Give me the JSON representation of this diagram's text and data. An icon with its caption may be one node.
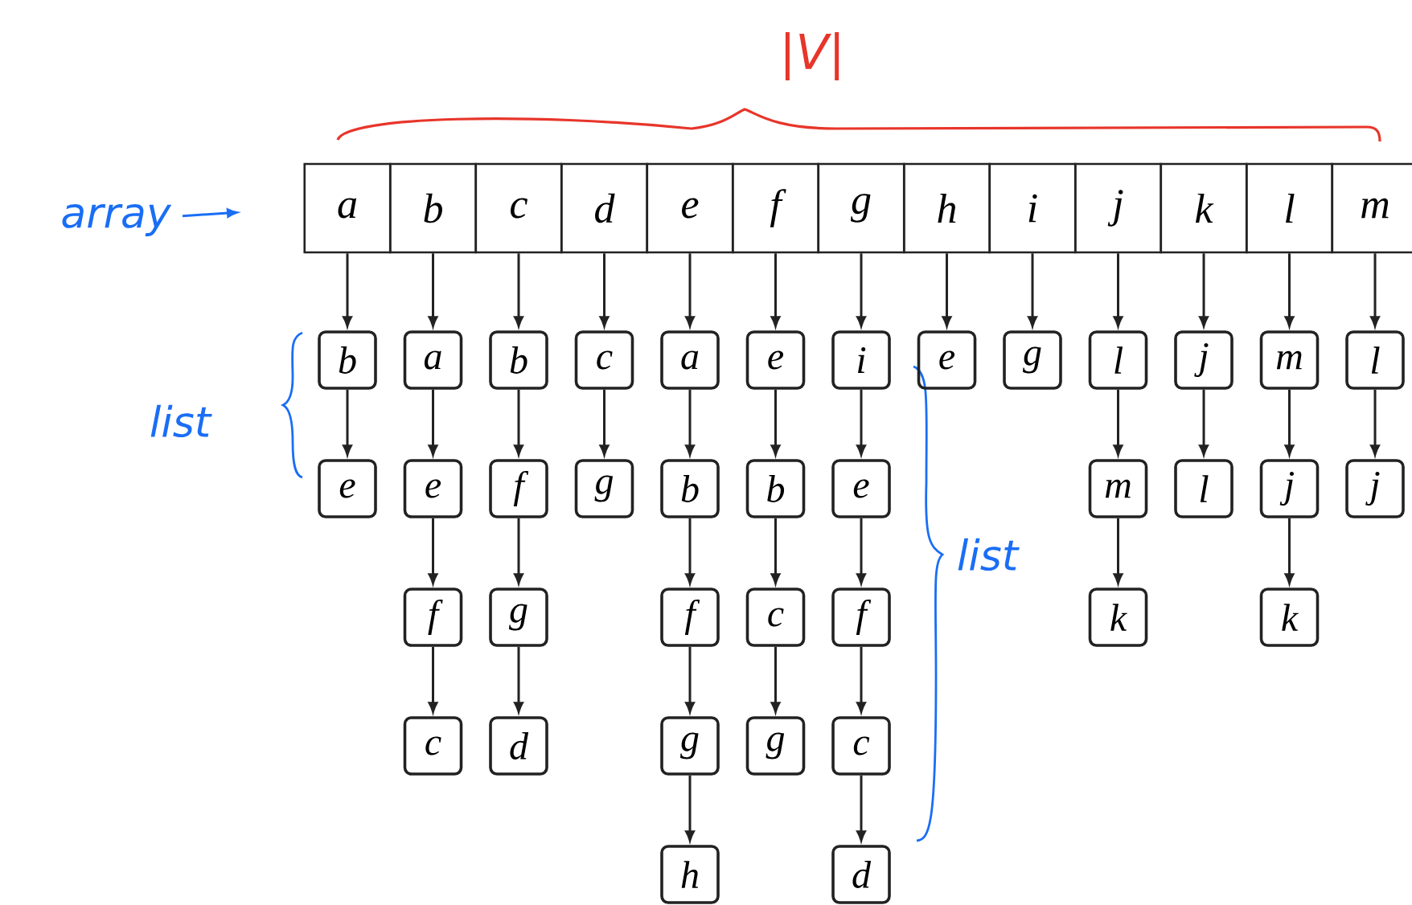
{
  "diagram": {
    "nodes": [
      {
        "text": [
          "array"
        ]
      },
      {
        "text": [
          "a"
        ]
      },
      {
        "text": [
          "b"
        ]
      },
      {
        "text": [
          "c"
        ]
      },
      {
        "text": [
          "d"
        ]
      },
      {
        "text": [
          "e"
        ]
      },
      {
        "text": [
          "f"
        ]
      },
      {
        "text": [
          "g"
        ]
      },
      {
        "text": [
          "h"
        ]
      },
      {
        "text": [
          "i"
        ]
      },
      {
        "text": [
          "j"
        ]
      },
      {
        "text": [
          "k"
        ]
      },
      {
        "text": [
          "l"
        ]
      },
      {
        "text": [
          "m"
        ]
      },
      {
        "text": [
          "b"
        ]
      },
      {
        "text": [
          "e"
        ]
      },
      {
        "text": [
          "a"
        ]
      },
      {
        "text": [
          "e"
        ]
      },
      {
        "text": [
          "f"
        ]
      },
      {
        "text": [
          "c"
        ]
      },
      {
        "text": [
          "b"
        ]
      },
      {
        "text": [
          "f"
        ]
      },
      {
        "text": [
          "g"
        ]
      },
      {
        "text": [
          "d"
        ]
      },
      {
        "text": [
          "c"
        ]
      },
      {
        "text": [
          "g"
        ]
      },
      {
        "text": [
          "a"
        ]
      },
      {
        "text": [
          "b"
        ]
      },
      {
        "text": [
          "f"
        ]
      },
      {
        "text": [
          "g"
        ]
      },
      {
        "text": [
          "h"
        ]
      },
      {
        "text": [
          "e"
        ]
      },
      {
        "text": [
          "b"
        ]
      },
      {
        "text": [
          "c"
        ]
      },
      {
        "text": [
          "g"
        ]
      },
      {
        "text": [
          "i"
        ]
      },
      {
        "text": [
          "e"
        ]
      },
      {
        "text": [
          "f"
        ]
      },
      {
        "text": [
          "c"
        ]
      },
      {
        "text": [
          "d"
        ]
      },
      {
        "text": [
          "e"
        ]
      },
      {
        "text": [
          "g"
        ]
      },
      {
        "text": [
          "l"
        ]
      },
      {
        "text": [
          "m"
        ]
      },
      {
        "text": [
          "k"
        ]
      },
      {
        "text": [
          "j"
        ]
      },
      {
        "text": [
          "l"
        ]
      },
      {
        "text": [
          "m"
        ]
      },
      {
        "text": [
          "j"
        ]
      },
      {
        "text": [
          "k"
        ]
      },
      {
        "text": [
          "l"
        ]
      },
      {
        "text": [
          "j"
        ]
      }
    ],
    "edges": [
      {
        "from": 0,
        "to": null,
        "arrow": "to",
        "color": "#1a6ef5"
      },
      {
        "from": 1,
        "to": 14,
        "arrow": "to"
      },
      {
        "from": 14,
        "to": 15,
        "arrow": "to"
      },
      {
        "from": 2,
        "to": 16,
        "arrow": "to"
      },
      {
        "from": 16,
        "to": 17,
        "arrow": "to"
      },
      {
        "from": 17,
        "to": 18,
        "arrow": "to"
      },
      {
        "from": 18,
        "to": 19,
        "arrow": "to"
      },
      {
        "from": 3,
        "to": 20,
        "arrow": "to"
      },
      {
        "from": 20,
        "to": 21,
        "arrow": "to"
      },
      {
        "from": 21,
        "to": 22,
        "arrow": "to"
      },
      {
        "from": 22,
        "to": 23,
        "arrow": "to"
      },
      {
        "from": 4,
        "to": 24,
        "arrow": "to"
      },
      {
        "from": 24,
        "to": 25,
        "arrow": "to"
      },
      {
        "from": 5,
        "to": 26,
        "arrow": "to"
      },
      {
        "from": 26,
        "to": 27,
        "arrow": "to"
      },
      {
        "from": 27,
        "to": 28,
        "arrow": "to"
      },
      {
        "from": 28,
        "to": 29,
        "arrow": "to"
      },
      {
        "from": 29,
        "to": 30,
        "arrow": "to"
      },
      {
        "from": 6,
        "to": 31,
        "arrow": "to"
      },
      {
        "from": 31,
        "to": 32,
        "arrow": "to"
      },
      {
        "from": 32,
        "to": 33,
        "arrow": "to"
      },
      {
        "from": 33,
        "to": 34,
        "arrow": "to"
      },
      {
        "from": 7,
        "to": 35,
        "arrow": "to"
      },
      {
        "from": 35,
        "to": 36,
        "arrow": "to"
      },
      {
        "from": 36,
        "to": 37,
        "arrow": "to"
      },
      {
        "from": 37,
        "to": 38,
        "arrow": "to"
      },
      {
        "from": 38,
        "to": 39,
        "arrow": "to"
      },
      {
        "from": 8,
        "to": 40,
        "arrow": "to"
      },
      {
        "from": 9,
        "to": 41,
        "arrow": "to"
      },
      {
        "from": 10,
        "to": 42,
        "arrow": "to"
      },
      {
        "from": 42,
        "to": 43,
        "arrow": "to"
      },
      {
        "from": 43,
        "to": 44,
        "arrow": "to"
      },
      {
        "from": 11,
        "to": 45,
        "arrow": "to"
      },
      {
        "from": 45,
        "to": 46,
        "arrow": "to"
      },
      {
        "from": 12,
        "to": 47,
        "arrow": "to"
      },
      {
        "from": 47,
        "to": 48,
        "arrow": "to"
      },
      {
        "from": 48,
        "to": 49,
        "arrow": "to"
      },
      {
        "from": 13,
        "to": 50,
        "arrow": "to"
      },
      {
        "from": 50,
        "to": 51,
        "arrow": "to"
      }
    ],
    "labels": [
      "|V|",
      "list",
      "list"
    ]
  }
}
